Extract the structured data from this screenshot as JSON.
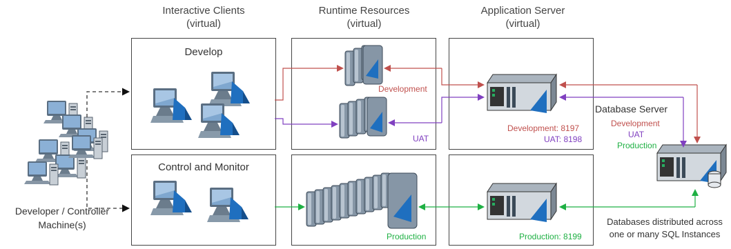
{
  "headers": {
    "clients": "Interactive Clients\n(virtual)",
    "runtime": "Runtime Resources\n(virtual)",
    "appserver": "Application Server\n(virtual)"
  },
  "boxes": {
    "develop_title": "Develop",
    "control_title": "Control and Monitor"
  },
  "labels": {
    "runtime_dev": "Development",
    "runtime_uat": "UAT",
    "runtime_prod": "Production",
    "app_dev_port": "Development: 8197",
    "app_uat_port": "UAT: 8198",
    "app_prod_port": "Production: 8199",
    "db_title": "Database Server",
    "db_dev": "Development",
    "db_uat": "UAT",
    "db_prod": "Production",
    "db_note": "Databases distributed across\none or many SQL Instances",
    "developer": "Developer / Controller\nMachine(s)"
  },
  "colors": {
    "development": "#c0504d",
    "uat": "#8040c0",
    "production": "#1eb043",
    "box_border": "#444444",
    "connector": "#333333"
  }
}
